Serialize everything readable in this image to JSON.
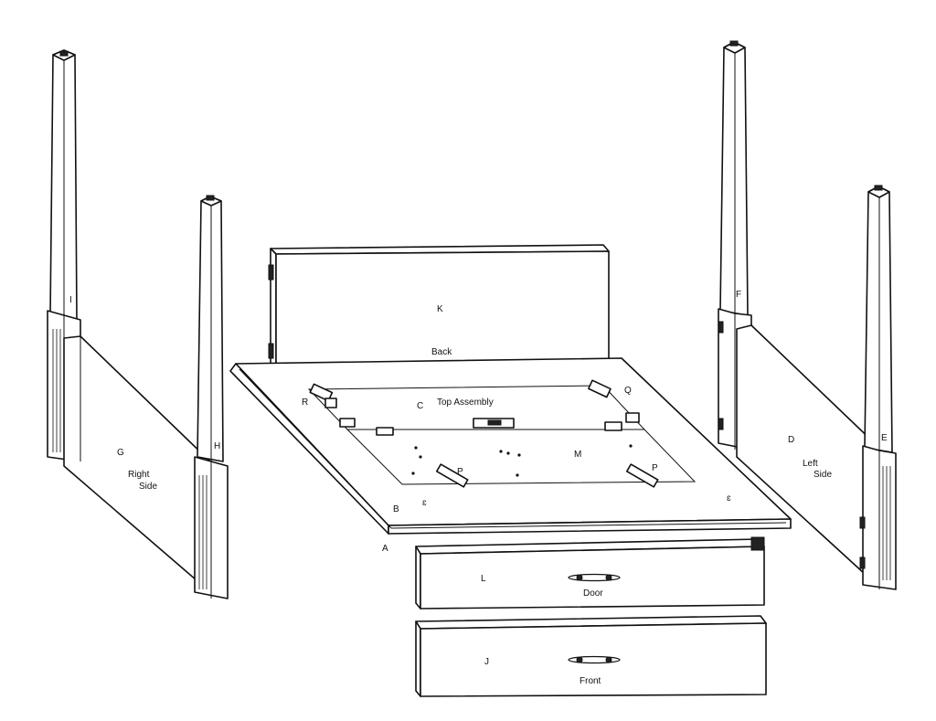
{
  "labels": {
    "i": "I",
    "h": "H",
    "g": "G",
    "right_side": [
      "Right",
      "Side"
    ],
    "k": "K",
    "back": "Back",
    "r": "R",
    "c": "C",
    "top_assembly": "Top Assembly",
    "q": "Q",
    "m": "M",
    "p_left": "P",
    "p_right": "P",
    "b": "B",
    "a": "A",
    "f": "F",
    "d": "D",
    "left_side": [
      "Left",
      "Side"
    ],
    "e": "E",
    "l": "L",
    "door": "Door",
    "j": "J",
    "front": "Front"
  }
}
